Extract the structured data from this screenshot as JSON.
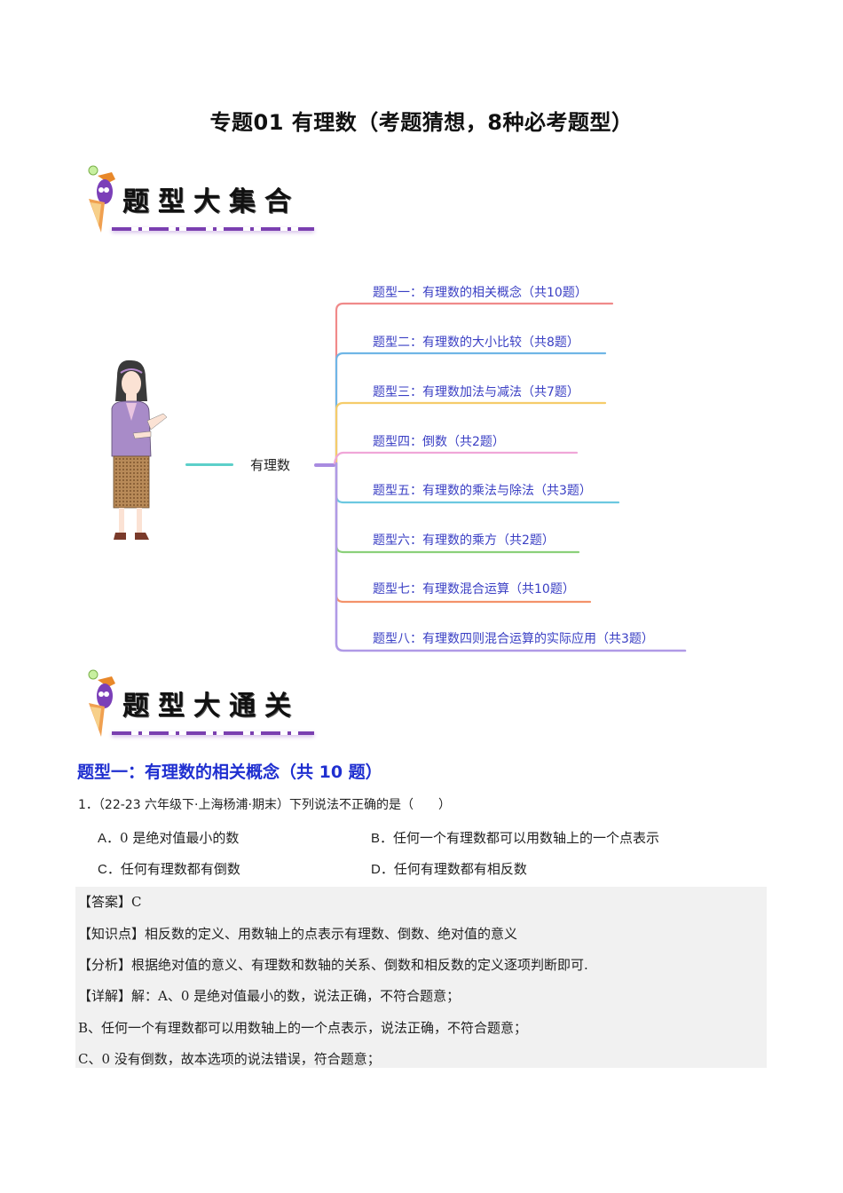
{
  "document": {
    "title": "专题01  有理数（考题猜想，8种必考题型）"
  },
  "banners": {
    "collection": {
      "text": "题型大集合",
      "icon": "wizard-pencil-mascot-icon"
    },
    "practice": {
      "text": "题型大通关",
      "icon": "wizard-pencil-mascot-icon"
    }
  },
  "mindmap": {
    "root": "有理数",
    "illustration": "teacher-illustration",
    "root_connector_color": "#5ccfc9",
    "trunk_color": "#a98be0",
    "items": [
      {
        "label": "题型一：有理数的相关概念（共10题）",
        "color": "#f08a8a"
      },
      {
        "label": "题型二：有理数的大小比较（共8题）",
        "color": "#6fb6e6"
      },
      {
        "label": "题型三：有理数加法与减法（共7题）",
        "color": "#f5cc6a"
      },
      {
        "label": "题型四：倒数（共2题）",
        "color": "#f0a6d8"
      },
      {
        "label": "题型五：有理数的乘法与除法（共3题）",
        "color": "#6cc8e0"
      },
      {
        "label": "题型六：有理数的乘方（共2题）",
        "color": "#8bd07a"
      },
      {
        "label": "题型七：有理数混合运算（共10题）",
        "color": "#f3926a"
      },
      {
        "label": "题型八：有理数四则混合运算的实际应用（共3题）",
        "color": "#b09ae6"
      }
    ]
  },
  "section": {
    "heading": "题型一：有理数的相关概念（共 10 题）",
    "heading_color": "#1f2fd0",
    "question": {
      "number": "1．",
      "source": "（22-23 六年级下·上海杨浦·期末）",
      "stem": "下列说法不正确的是（　　）",
      "options": [
        {
          "label": "A．",
          "text": "0 是绝对值最小的数"
        },
        {
          "label": "B．",
          "text": "任何一个有理数都可以用数轴上的一个点表示"
        },
        {
          "label": "C．",
          "text": "任何有理数都有倒数"
        },
        {
          "label": "D．",
          "text": "任何有理数都有相反数"
        }
      ]
    },
    "answer": {
      "answer_line": "【答案】C",
      "knowledge_line": "【知识点】相反数的定义、用数轴上的点表示有理数、倒数、绝对值的意义",
      "analysis_line": "【分析】根据绝对值的意义、有理数和数轴的关系、倒数和相反数的定义逐项判断即可.",
      "detail_lines": [
        "【详解】解：A、0 是绝对值最小的数，说法正确，不符合题意；",
        "B、任何一个有理数都可以用数轴上的一个点表示，说法正确，不符合题意；",
        "C、0 没有倒数，故本选项的说法错误，符合题意；"
      ]
    }
  }
}
